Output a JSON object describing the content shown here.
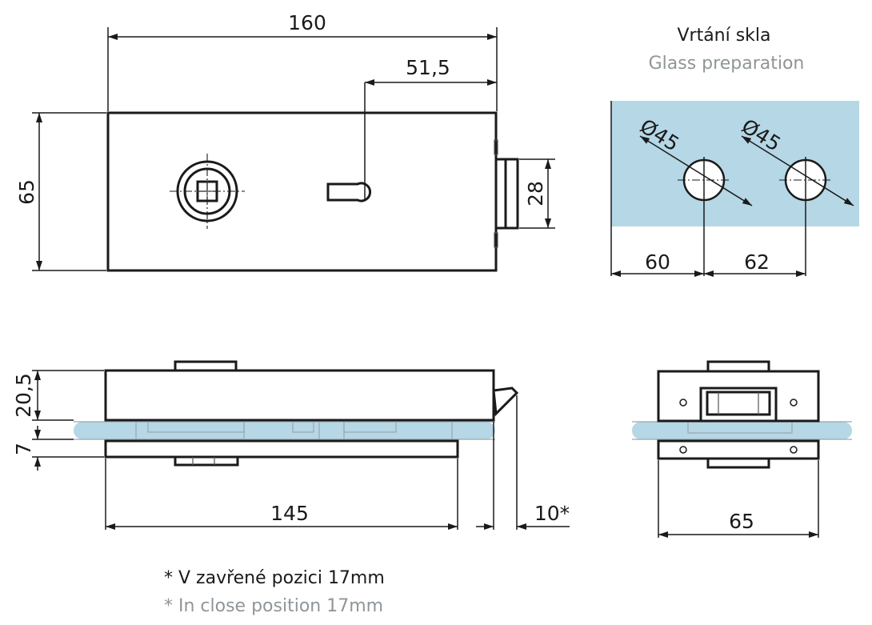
{
  "colors": {
    "line": "#1a1a1a",
    "glass": "#b5d7e6",
    "secondary_text": "#8f9599"
  },
  "dimensions": {
    "top_width": "160",
    "spindle_offset": "51,5",
    "body_height": "65",
    "bolt_height": "28",
    "side_top_height": "20,5",
    "glass_thickness": "7",
    "bottom_plate_width": "145",
    "bolt_throw": "10*",
    "end_view_width": "65"
  },
  "glass_preparation": {
    "title_cz": "Vrtání skla",
    "title_en": "Glass preparation",
    "hole_1_diameter": "Ø45",
    "hole_2_diameter": "Ø45",
    "edge_to_hole": "60",
    "hole_spacing": "62"
  },
  "footnote": {
    "cz": "* V zavřené pozici 17mm",
    "en": "* In close position 17mm"
  }
}
